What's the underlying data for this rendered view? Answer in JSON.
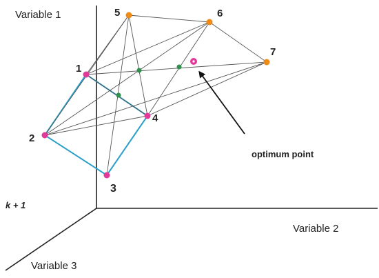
{
  "axes": {
    "variable_1": "Variable 1",
    "variable_2": "Variable 2",
    "variable_3": "Variable 3"
  },
  "k_plus_1": "k + 1",
  "points": {
    "p1": "1",
    "p2": "2",
    "p3": "3",
    "p4": "4",
    "p5": "5",
    "p6": "6",
    "p7": "7"
  },
  "optimum_label": "optimum point",
  "colors": {
    "magenta": "#e2399a",
    "orange": "#f08a16",
    "green": "#2f8f4e",
    "cyan": "#2aa0c8",
    "line": "#555555",
    "axis": "#222222"
  }
}
